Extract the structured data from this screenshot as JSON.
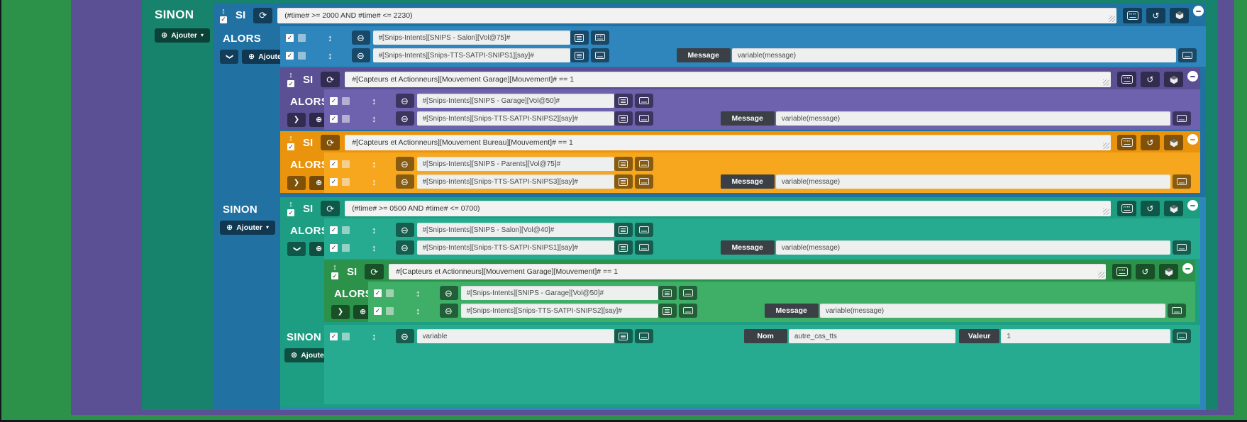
{
  "palette": {
    "green": "#2d9249",
    "green-l": "#3fae66",
    "purple": "#5b5093",
    "purple-l": "#6e61ad",
    "teal": "#17836d",
    "teal-l": "#1d9e83",
    "blue": "#2271a3",
    "blue-l": "#2e86bd",
    "orange": "#ea940d",
    "orange-l": "#f6a71e"
  },
  "ui": {
    "si": "SI",
    "alors": "ALORS",
    "sinon": "SINON",
    "ajouter": "Ajouter",
    "message": "Message",
    "nom": "Nom",
    "valeur": "Valeur"
  },
  "icons": {
    "drag": "↕",
    "refresh": "⟳",
    "history": "↺",
    "remove": "⊖",
    "check": "✓",
    "caret": "▾",
    "chevron": "❯",
    "plus": "⊕"
  },
  "outer_else": {
    "label": "SINON",
    "add": "Ajouter"
  },
  "blocks": {
    "night": {
      "condition": "(#time# >= 2000 AND #time# <= 2230)",
      "then": [
        {
          "cmd": "#[Snips-Intents][SNIPS - Salon][Vol@75]#"
        },
        {
          "cmd": "#[Snips-Intents][Snips-TTS-SATPI-SNIPS1][say]#",
          "message": "variable(message)"
        }
      ]
    },
    "garage": {
      "condition": "#[Capteurs et Actionneurs][Mouvement Garage][Mouvement]# == 1",
      "then": [
        {
          "cmd": "#[Snips-Intents][SNIPS - Garage][Vol@50]#"
        },
        {
          "cmd": "#[Snips-Intents][Snips-TTS-SATPI-SNIPS2][say]#",
          "message": "variable(message)"
        }
      ]
    },
    "bureau": {
      "condition": "#[Capteurs et Actionneurs][Mouvement Bureau][Mouvement]# == 1",
      "then": [
        {
          "cmd": "#[Snips-Intents][SNIPS - Parents][Vol@75]#"
        },
        {
          "cmd": "#[Snips-Intents][Snips-TTS-SATPI-SNIPS3][say]#",
          "message": "variable(message)"
        }
      ]
    },
    "morning": {
      "condition": "(#time# >= 0500 AND #time# <= 0700)",
      "then": [
        {
          "cmd": "#[Snips-Intents][SNIPS - Salon][Vol@40]#"
        },
        {
          "cmd": "#[Snips-Intents][Snips-TTS-SATPI-SNIPS1][say]#",
          "message": "variable(message)"
        }
      ],
      "else_action": {
        "cmd": "variable",
        "nom": "autre_cas_tts",
        "valeur": "1"
      }
    },
    "garage2": {
      "condition": "#[Capteurs et Actionneurs][Mouvement Garage][Mouvement]# == 1",
      "then": [
        {
          "cmd": "#[Snips-Intents][SNIPS - Garage][Vol@50]#"
        },
        {
          "cmd": "#[Snips-Intents][Snips-TTS-SATPI-SNIPS2][say]#",
          "message": "variable(message)"
        }
      ]
    }
  }
}
